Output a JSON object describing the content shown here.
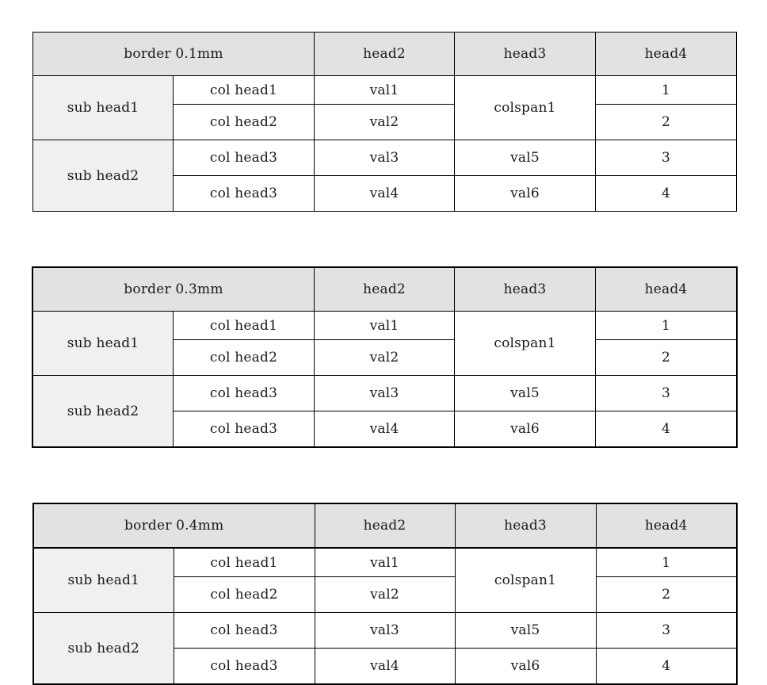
{
  "tables": [
    {
      "header": [
        "border 0.1mm",
        "head2",
        "head3",
        "head4"
      ],
      "sub_heads": [
        "sub head1",
        "sub head2"
      ],
      "col_heads": [
        "col head1",
        "col head2",
        "col head3",
        "col head3"
      ],
      "col2": [
        "val1",
        "val2",
        "val3",
        "val4"
      ],
      "colspan": "colspan1",
      "col3": [
        "val5",
        "val6"
      ],
      "col4": [
        "1",
        "2",
        "3",
        "4"
      ]
    },
    {
      "header": [
        "border 0.3mm",
        "head2",
        "head3",
        "head4"
      ],
      "sub_heads": [
        "sub head1",
        "sub head2"
      ],
      "col_heads": [
        "col head1",
        "col head2",
        "col head3",
        "col head3"
      ],
      "col2": [
        "val1",
        "val2",
        "val3",
        "val4"
      ],
      "colspan": "colspan1",
      "col3": [
        "val5",
        "val6"
      ],
      "col4": [
        "1",
        "2",
        "3",
        "4"
      ]
    },
    {
      "header": [
        "border 0.4mm",
        "head2",
        "head3",
        "head4"
      ],
      "sub_heads": [
        "sub head1",
        "sub head2"
      ],
      "col_heads": [
        "col head1",
        "col head2",
        "col head3",
        "col head3"
      ],
      "col2": [
        "val1",
        "val2",
        "val3",
        "val4"
      ],
      "colspan": "colspan1",
      "col3": [
        "val5",
        "val6"
      ],
      "col4": [
        "1",
        "2",
        "3",
        "4"
      ]
    }
  ]
}
